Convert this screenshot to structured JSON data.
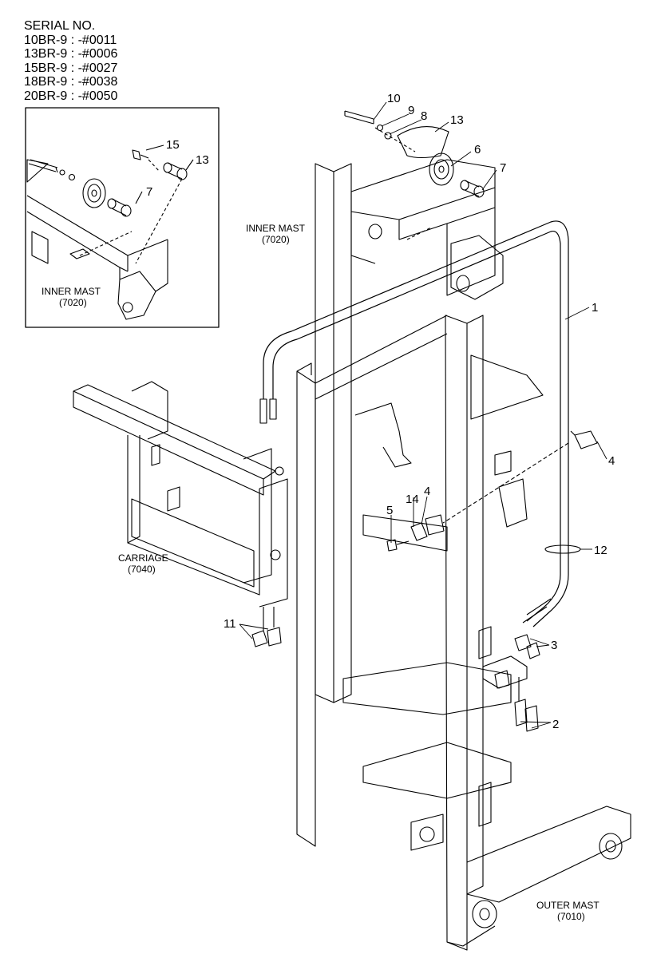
{
  "serial": {
    "heading": "SERIAL NO.",
    "lines": [
      "10BR-9 : -#0011",
      "13BR-9 : -#0006",
      "15BR-9 : -#0027",
      "18BR-9 : -#0038",
      "20BR-9 : -#0050"
    ]
  },
  "inset": {
    "callouts": [
      "15",
      "13",
      "7"
    ],
    "label_name": "INNER MAST",
    "label_code": "(7020)"
  },
  "labels": {
    "inner_mast_name": "INNER MAST",
    "inner_mast_code": "(7020)",
    "carriage_name": "CARRIAGE",
    "carriage_code": "(7040)",
    "outer_mast_name": "OUTER MAST",
    "outer_mast_code": "(7010)"
  },
  "callouts": {
    "c10": "10",
    "c9": "9",
    "c8": "8",
    "c13": "13",
    "c6": "6",
    "c7": "7",
    "c1": "1",
    "c4a": "4",
    "c4b": "4",
    "c14": "14",
    "c5": "5",
    "c12": "12",
    "c11": "11",
    "c3": "3",
    "c2": "2"
  },
  "colors": {
    "line": "#000000",
    "background": "#ffffff"
  }
}
